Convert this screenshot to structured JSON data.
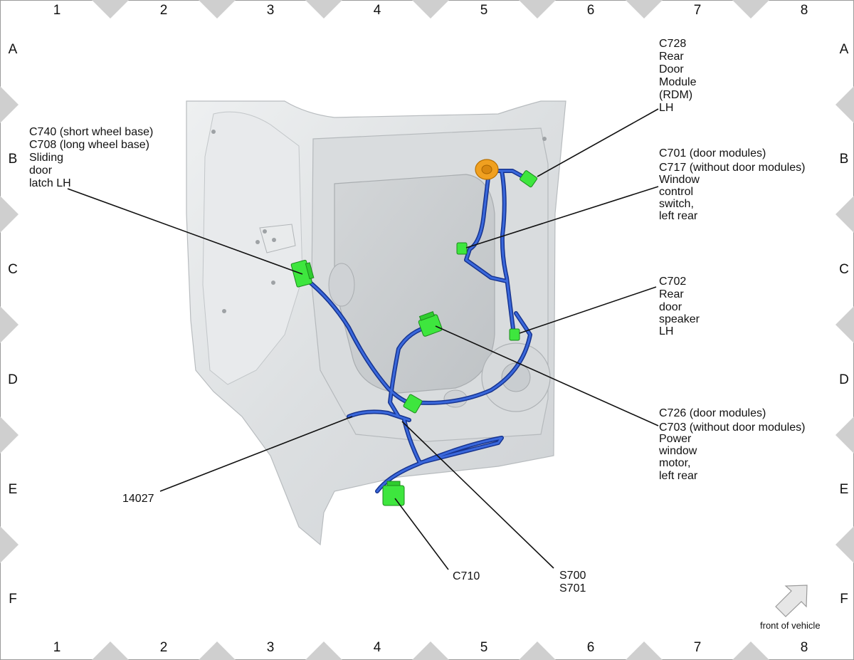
{
  "grid": {
    "columns": [
      "1",
      "2",
      "3",
      "4",
      "5",
      "6",
      "7",
      "8"
    ],
    "rows": [
      "A",
      "B",
      "C",
      "D",
      "E",
      "F"
    ]
  },
  "colors": {
    "harness": "#2f5ccf",
    "harness_dark": "#16338f",
    "connector": "#3ee63e",
    "grommet": "#f0a020",
    "panel": "#e2e4e6",
    "frame_marker": "#cfcfcf"
  },
  "callouts": {
    "c740": {
      "lines": [
        "C740 (short wheel base)",
        "C708 (long wheel base)",
        "Sliding",
        "door",
        "latch LH"
      ],
      "icon": "connector-icon"
    },
    "c728": {
      "lines": [
        "C728",
        "Rear",
        "Door",
        "Module",
        "(RDM)",
        "LH"
      ],
      "icon": "connector-icon"
    },
    "c701": {
      "lines": [
        "C701 (door modules)",
        "C717 (without door modules)",
        "Window",
        "control",
        "switch,",
        "left rear"
      ],
      "icon": "connector-icon"
    },
    "c702": {
      "lines": [
        "C702",
        "Rear",
        "door",
        "speaker",
        "LH"
      ],
      "icon": "connector-icon"
    },
    "c726": {
      "lines": [
        "C726 (door modules)",
        "C703 (without door modules)",
        "Power",
        "window",
        "motor,",
        "left rear"
      ],
      "icon": "connector-icon"
    },
    "harness": {
      "label": "14027"
    },
    "c710": {
      "label": "C710"
    },
    "splices": {
      "lines": [
        "S700",
        "S701"
      ]
    }
  },
  "orientation": {
    "label": "front of vehicle",
    "icon": "front-arrow-icon"
  }
}
